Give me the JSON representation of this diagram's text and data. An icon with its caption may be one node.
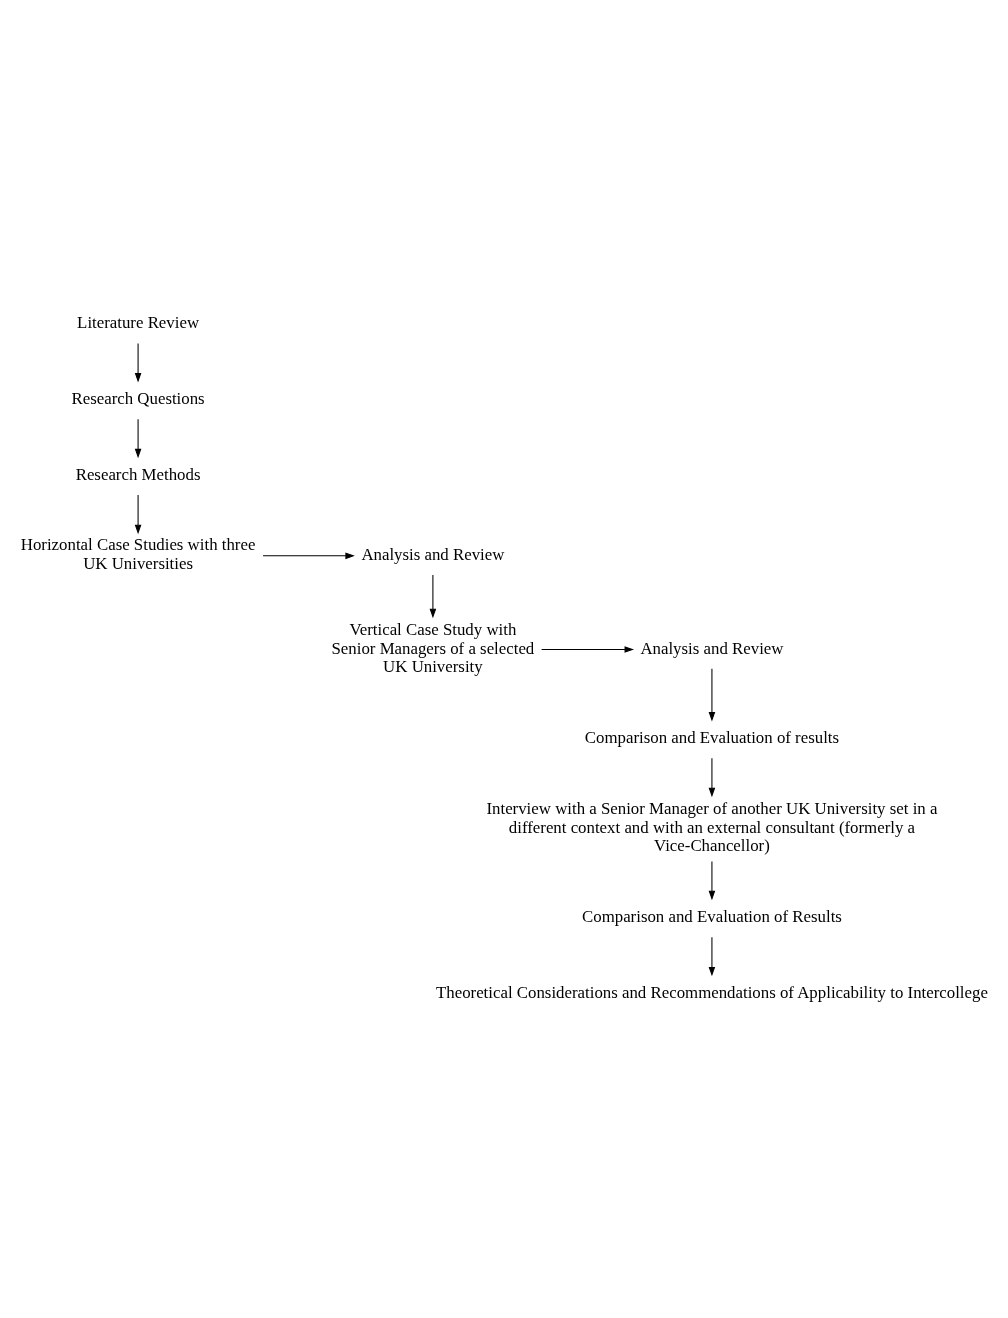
{
  "diagram": {
    "nodes": [
      {
        "text": [
          "Literature Review"
        ]
      },
      {
        "text": [
          "Research Questions"
        ]
      },
      {
        "text": [
          "Research Methods"
        ]
      },
      {
        "text": [
          "Horizontal Case Studies with three UK Universities"
        ]
      },
      {
        "text": [
          "Analysis and Review"
        ]
      },
      {
        "text": [
          "Vertical Case Study with Senior Managers of a selected UK University"
        ]
      },
      {
        "text": [
          "Analysis and Review"
        ]
      },
      {
        "text": [
          "Comparison and Evaluation of results"
        ]
      },
      {
        "text": [
          "Interview with a Senior Manager of another UK University set in a different context and with an external consultant (formerly a Vice-Chancellor)"
        ]
      },
      {
        "text": [
          "Comparison and Evaluation of Results"
        ]
      },
      {
        "text": [
          "Theoretical Considerations and Recommendations of Applicability to Intercollege"
        ]
      }
    ],
    "edges": [
      {
        "from": 0,
        "to": 1,
        "arrow": "to"
      },
      {
        "from": 1,
        "to": 2,
        "arrow": "to"
      },
      {
        "from": 2,
        "to": 3,
        "arrow": "to"
      },
      {
        "from": 3,
        "to": 4,
        "arrow": "to"
      },
      {
        "from": 4,
        "to": 5,
        "arrow": "to"
      },
      {
        "from": 5,
        "to": 6,
        "arrow": "to"
      },
      {
        "from": 6,
        "to": 7,
        "arrow": "to"
      },
      {
        "from": 7,
        "to": 8,
        "arrow": "to"
      },
      {
        "from": 8,
        "to": 9,
        "arrow": "to"
      },
      {
        "from": 9,
        "to": 10,
        "arrow": "to"
      }
    ]
  }
}
